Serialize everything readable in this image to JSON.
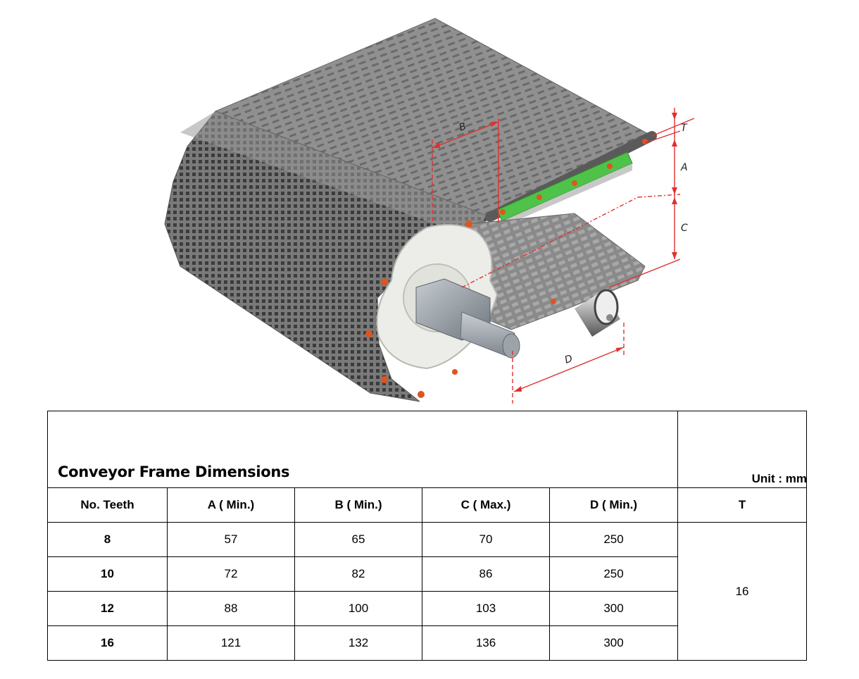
{
  "figure": {
    "dimension_labels": [
      "B",
      "T",
      "A",
      "C",
      "D"
    ],
    "colors": {
      "belt": "#8e8e8e",
      "belt_dark": "#5a5a5a",
      "belt_light": "#b5b5b5",
      "sprocket": "#ececea",
      "hub": "#9aa2aa",
      "wearstrip": "#4fc24a",
      "pins": "#e0541e",
      "dimension_lines": "#e03030"
    }
  },
  "table": {
    "title": "Conveyor Frame Dimensions",
    "unit": "Unit : mm",
    "headers": [
      "No. Teeth",
      "A ( Min.)",
      "B ( Min.)",
      "C ( Max.)",
      "D ( Min.)",
      "T"
    ],
    "rows": [
      {
        "teeth": "8",
        "a": "57",
        "b": "65",
        "c": "70",
        "d": "250"
      },
      {
        "teeth": "10",
        "a": "72",
        "b": "82",
        "c": "86",
        "d": "250"
      },
      {
        "teeth": "12",
        "a": "88",
        "b": "100",
        "c": "103",
        "d": "300"
      },
      {
        "teeth": "16",
        "a": "121",
        "b": "132",
        "c": "136",
        "d": "300"
      }
    ],
    "t_value": "16"
  }
}
